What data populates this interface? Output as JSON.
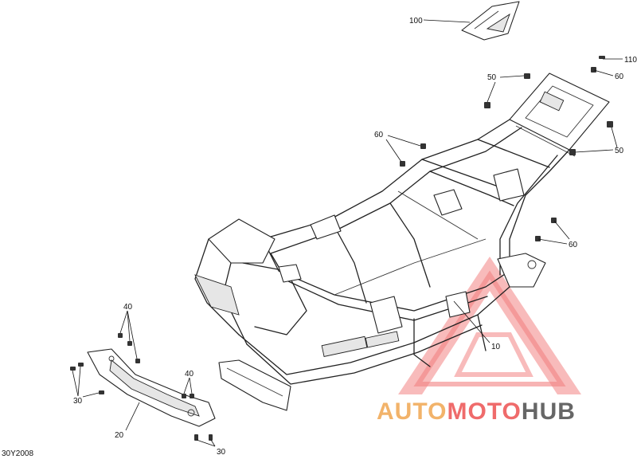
{
  "diagram": {
    "reference_code": "30Y2008",
    "callouts": {
      "c100": "100",
      "c110": "110",
      "c60_top_right": "60",
      "c50_top": "50",
      "c50_right": "50",
      "c60_upper_left": "60",
      "c60_right": "60",
      "c10": "10",
      "c40_left": "40",
      "c40_mid": "40",
      "c30_left": "30",
      "c30_bottom": "30",
      "c20": "20"
    }
  },
  "watermark": {
    "part_auto": "AUTO",
    "part_moto": "MOTO",
    "part_hub": "HUB",
    "colors": {
      "triangle": "#ef5a5a",
      "auto": "#f2b36a",
      "moto": "#ef6b6b",
      "hub": "#666666"
    }
  }
}
